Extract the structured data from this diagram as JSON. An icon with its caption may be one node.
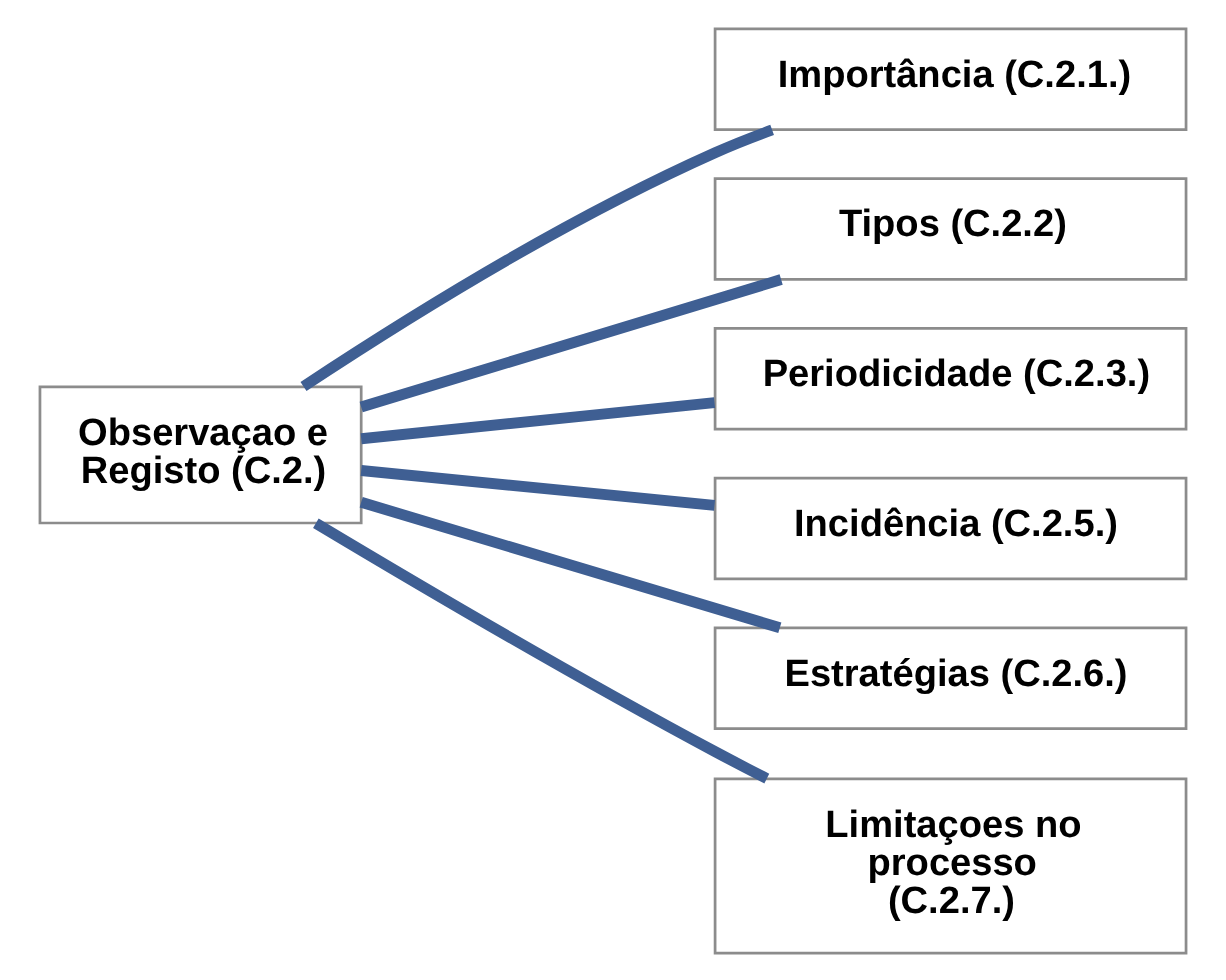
{
  "diagram": {
    "nodes": [
      {
        "text": [
          "Observaçao e Registo (C.2.)"
        ]
      },
      {
        "text": [
          "Importância (C.2.1.)"
        ]
      },
      {
        "text": [
          "Tipos (C.2.2)"
        ]
      },
      {
        "text": [
          "Periodicidade (C.2.3.)"
        ]
      },
      {
        "text": [
          "Incidência (C.2.5.)"
        ]
      },
      {
        "text": [
          "Estratégias (C.2.6.)"
        ]
      },
      {
        "text": [
          "Limitaçoes no processo (C.2.7.)"
        ]
      }
    ],
    "edges": [
      {
        "from": 0,
        "to": 1,
        "arrow": "none"
      },
      {
        "from": 0,
        "to": 2,
        "arrow": "none"
      },
      {
        "from": 0,
        "to": 3,
        "arrow": "none"
      },
      {
        "from": 0,
        "to": 4,
        "arrow": "none"
      },
      {
        "from": 0,
        "to": 5,
        "arrow": "none"
      },
      {
        "from": 0,
        "to": 6,
        "arrow": "none"
      }
    ]
  }
}
